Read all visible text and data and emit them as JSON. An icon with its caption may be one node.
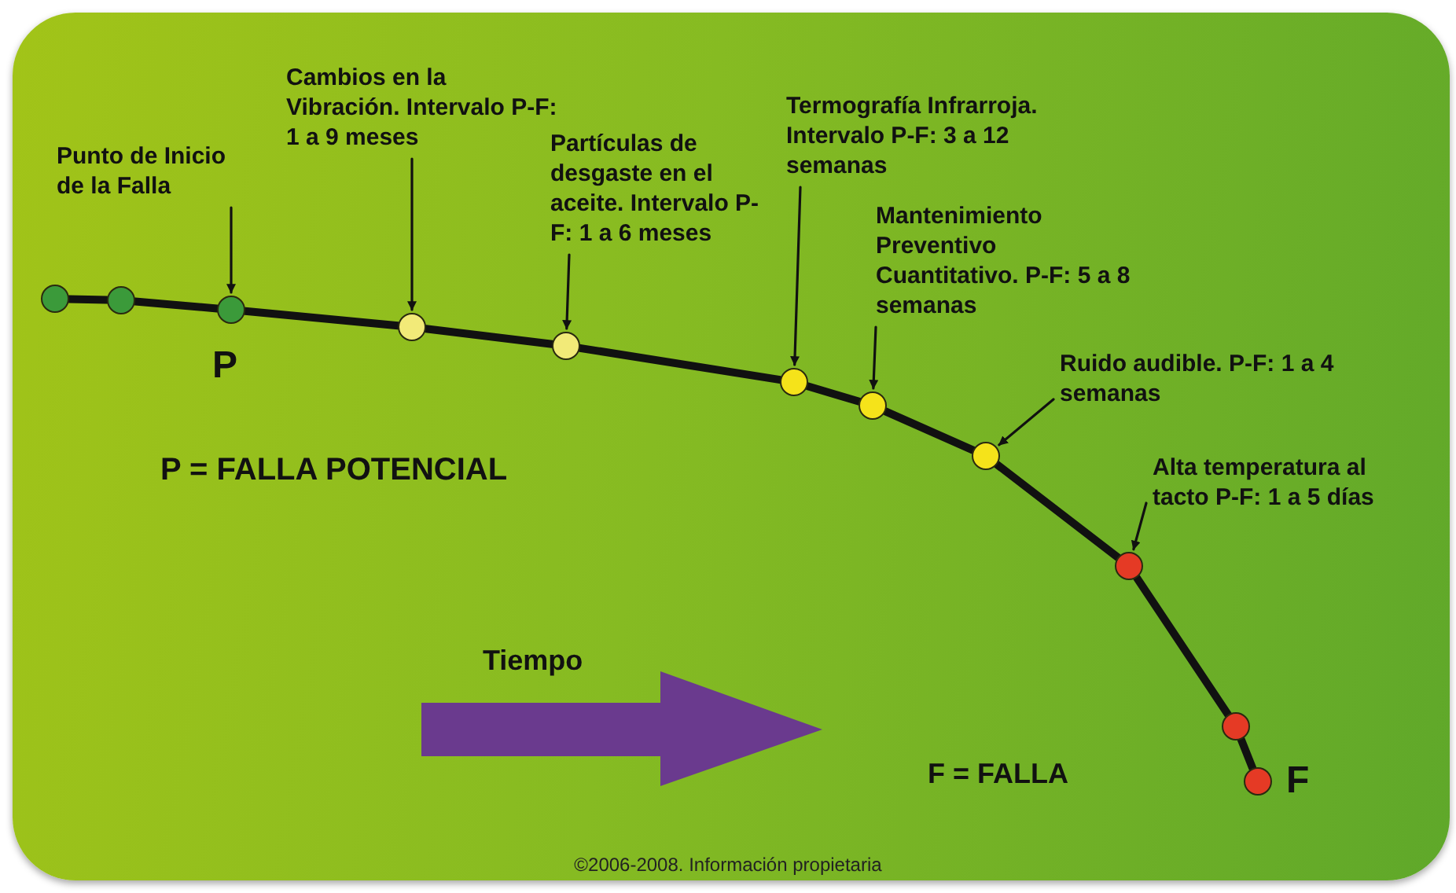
{
  "diagram": {
    "nodes": [
      {
        "text": [],
        "shape": "circle"
      },
      {
        "text": [],
        "shape": "circle"
      },
      {
        "text": [],
        "shape": "circle",
        "beside": [
          "P"
        ]
      },
      {
        "text": [],
        "shape": "circle"
      },
      {
        "text": [],
        "shape": "circle"
      },
      {
        "text": [],
        "shape": "circle"
      },
      {
        "text": [],
        "shape": "circle"
      },
      {
        "text": [],
        "shape": "circle"
      },
      {
        "text": [],
        "shape": "circle"
      },
      {
        "text": [],
        "shape": "circle"
      },
      {
        "text": [],
        "shape": "circle",
        "beside": [
          "F"
        ]
      },
      {
        "text": [
          "Punto de Inicio de la Falla"
        ]
      },
      {
        "text": [
          "Cambios en la Vibración. Intervalo P-F: 1 a 9 meses"
        ]
      },
      {
        "text": [
          "Partículas de desgaste en el aceite. Intervalo P-F: 1 a 6 meses"
        ]
      },
      {
        "text": [
          "Termografía Infrarroja. Intervalo P-F: 3 a 12 semanas"
        ]
      },
      {
        "text": [
          "Mantenimiento Preventivo Cuantitativo. P-F: 5 a 8 semanas"
        ]
      },
      {
        "text": [
          "Ruido audible. P-F: 1 a 4 semanas"
        ]
      },
      {
        "text": [
          "Alta temperatura al tacto P-F: 1 a 5 días"
        ]
      }
    ],
    "edges": [
      {
        "from": 0,
        "to": 1,
        "arrow": "none"
      },
      {
        "from": 1,
        "to": 2,
        "arrow": "none"
      },
      {
        "from": 2,
        "to": 3,
        "arrow": "none"
      },
      {
        "from": 3,
        "to": 4,
        "arrow": "none"
      },
      {
        "from": 4,
        "to": 5,
        "arrow": "none"
      },
      {
        "from": 5,
        "to": 6,
        "arrow": "none"
      },
      {
        "from": 6,
        "to": 7,
        "arrow": "none"
      },
      {
        "from": 7,
        "to": 8,
        "arrow": "none"
      },
      {
        "from": 8,
        "to": 9,
        "arrow": "none"
      },
      {
        "from": 9,
        "to": 10,
        "arrow": "none"
      },
      {
        "from": 11,
        "to": 2,
        "arrow": "to"
      },
      {
        "from": 12,
        "to": 3,
        "arrow": "to"
      },
      {
        "from": 13,
        "to": 4,
        "arrow": "to"
      },
      {
        "from": 14,
        "to": 5,
        "arrow": "to"
      },
      {
        "from": 15,
        "to": 6,
        "arrow": "to"
      },
      {
        "from": 16,
        "to": 7,
        "arrow": "to"
      },
      {
        "from": 17,
        "to": 8,
        "arrow": "to"
      }
    ],
    "labels": [
      "P = FALLA POTENCIAL",
      "Tiempo",
      "F = FALLA",
      "©2006-2008. Información propietaria"
    ]
  }
}
